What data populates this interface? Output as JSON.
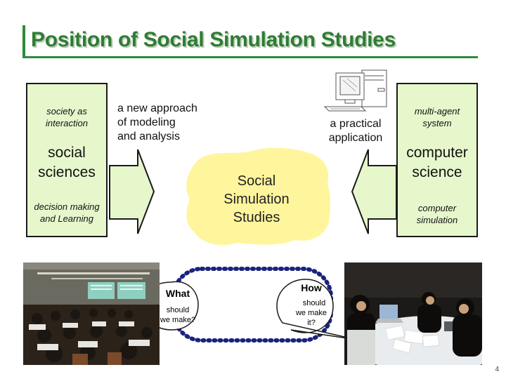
{
  "slide": {
    "title": "Position of Social Simulation Studies",
    "page_number": "4"
  },
  "left_panel": {
    "top_italic": [
      "society as",
      "interaction"
    ],
    "main": [
      "social",
      "sciences"
    ],
    "bottom_italic": [
      "decision making",
      "and Learning"
    ]
  },
  "right_panel": {
    "top_italic": [
      "multi-agent",
      "system"
    ],
    "main": [
      "computer",
      "science"
    ],
    "bottom_italic": [
      "computer",
      "simulation"
    ]
  },
  "left_caption": [
    "a new approach",
    "of modeling",
    "and analysis"
  ],
  "right_caption": [
    "a practical",
    "application"
  ],
  "center_cloud": [
    "Social",
    "Simulation",
    "Studies"
  ],
  "what_bubble": {
    "heading": "What",
    "body": [
      "should",
      "we make?"
    ]
  },
  "how_bubble": {
    "heading": "How",
    "body": [
      "should",
      "we make",
      "it?"
    ]
  },
  "icons": {
    "computer": "desktop-computer-icon",
    "left_arrow": "right-arrow-icon",
    "right_arrow": "left-arrow-icon"
  },
  "colors": {
    "title": "#2e7d32",
    "panel_fill": "#e6f7cc",
    "cloud_fill": "#fff59d",
    "dashed_border": "#1a237e"
  }
}
